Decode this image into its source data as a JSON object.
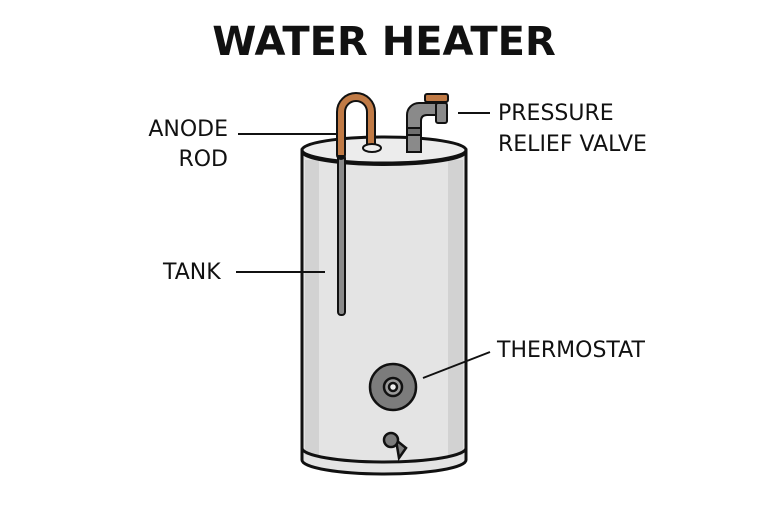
{
  "title": "WATER HEATER",
  "labels": {
    "anode_line1": "ANODE",
    "anode_line2": "ROD",
    "pressure_line1": "PRESSURE",
    "pressure_line2": "RELIEF VALVE",
    "tank": "TANK",
    "thermostat": "THERMOSTAT"
  },
  "colors": {
    "copper": "#c07a45",
    "tank": "#e4e4e4",
    "tank_shade": "#cfcfcf",
    "metal": "#8a8a8a"
  }
}
